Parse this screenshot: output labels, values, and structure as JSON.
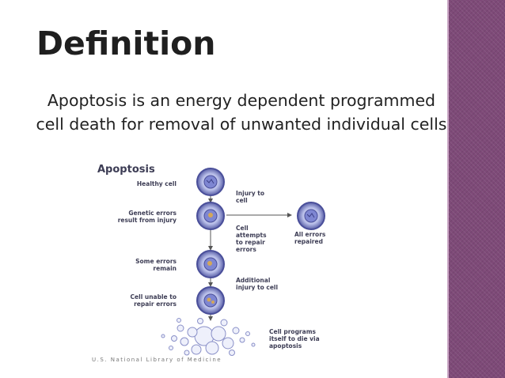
{
  "slide": {
    "title": "Definition",
    "body": "Apoptosis is an energy dependent programmed cell death for removal of unwanted individual cells"
  },
  "diagram": {
    "title": "Apoptosis",
    "labels": {
      "healthy_cell": "Healthy cell",
      "genetic_errors_1": "Genetic errors",
      "genetic_errors_2": "result from injury",
      "some_errors_1": "Some errors",
      "some_errors_2": "remain",
      "unable_1": "Cell unable to",
      "unable_2": "repair errors",
      "injury_1": "Injury to",
      "injury_2": "cell",
      "attempts_1": "Cell",
      "attempts_2": "attempts",
      "attempts_3": "to repair",
      "attempts_4": "errors",
      "all_repaired_1": "All errors",
      "all_repaired_2": "repaired",
      "additional_1": "Additional",
      "additional_2": "injury to cell",
      "programs_1": "Cell programs",
      "programs_2": "itself to die via",
      "programs_3": "apoptosis"
    },
    "credit": "U.S. National Library of Medicine"
  },
  "colors": {
    "accent_panel": "#7e4a78",
    "cell_outer": "#4a4f9a",
    "cell_inner": "#8f96d8",
    "diagram_text": "#3d3d55"
  }
}
